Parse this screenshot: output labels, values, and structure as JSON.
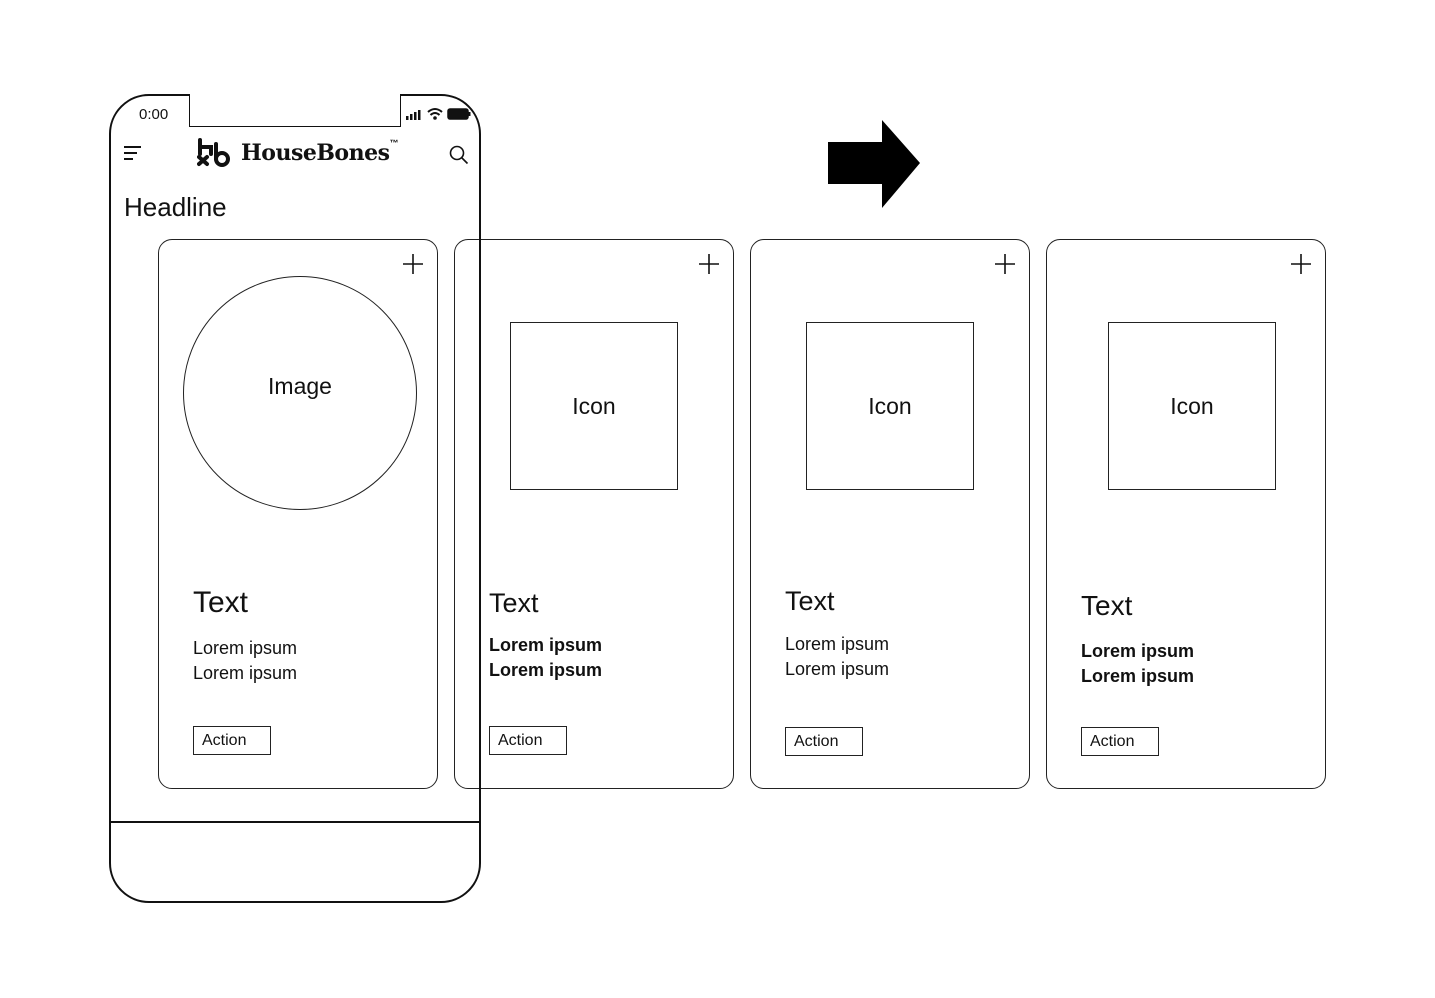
{
  "status_bar": {
    "time": "0:00"
  },
  "header": {
    "logo_text": "HouseBones",
    "logo_tm": "™"
  },
  "headline": "Headline",
  "cards": [
    {
      "media_type": "image",
      "media_label": "Image",
      "title": "Text",
      "body": [
        "Lorem ipsum",
        "Lorem ipsum"
      ],
      "action_label": "Action"
    },
    {
      "media_type": "icon",
      "media_label": "Icon",
      "title": "Text",
      "body": [
        "Lorem ipsum",
        "Lorem ipsum"
      ],
      "action_label": "Action"
    },
    {
      "media_type": "icon",
      "media_label": "Icon",
      "title": "Text",
      "body": [
        "Lorem ipsum",
        "Lorem ipsum"
      ],
      "action_label": "Action"
    },
    {
      "media_type": "icon",
      "media_label": "Icon",
      "title": "Text",
      "body": [
        "Lorem ipsum",
        "Lorem ipsum"
      ],
      "action_label": "Action"
    }
  ],
  "icons": {
    "menu": "hamburger-menu-icon",
    "search": "search-icon",
    "signal": "signal-icon",
    "wifi": "wifi-icon",
    "battery": "battery-icon",
    "plus": "plus-icon",
    "arrow": "arrow-right-icon"
  }
}
